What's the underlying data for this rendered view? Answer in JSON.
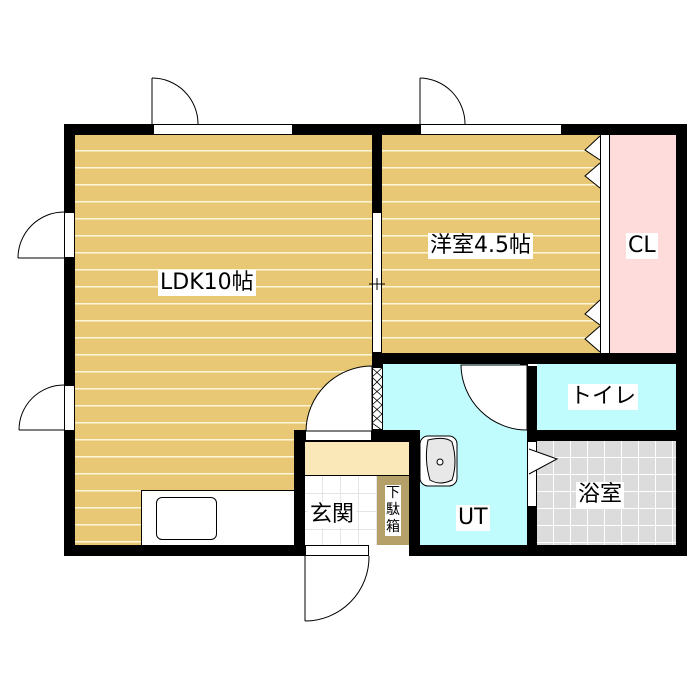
{
  "floor_plan": {
    "rooms": [
      {
        "id": "ldk",
        "label": "LDK10帖",
        "type": "living-dining-kitchen",
        "size_jo": 10
      },
      {
        "id": "western_room",
        "label": "洋室4.5帖",
        "type": "western-style-room",
        "size_jo": 4.5
      },
      {
        "id": "closet",
        "label": "CL",
        "type": "closet"
      },
      {
        "id": "toilet",
        "label": "トイレ",
        "type": "toilet"
      },
      {
        "id": "bathroom",
        "label": "浴室",
        "type": "bathroom"
      },
      {
        "id": "utility",
        "label": "UT",
        "type": "utility"
      },
      {
        "id": "entrance",
        "label": "玄関",
        "type": "entrance"
      }
    ],
    "fixtures": {
      "shoe_cabinet_line1": "下",
      "shoe_cabinet_line2": "駄",
      "shoe_cabinet_line3": "箱",
      "shoe_cabinet_label": "下駄箱"
    },
    "colors": {
      "wall": "#000000",
      "wood_floor": "#e8c874",
      "closet": "#ffdcdc",
      "wet_area": "#c0fcfe",
      "bath_tile": "#dcdcdc",
      "entrance_step": "#fbe8b8",
      "shoe_cabinet": "#b5a06a"
    }
  }
}
